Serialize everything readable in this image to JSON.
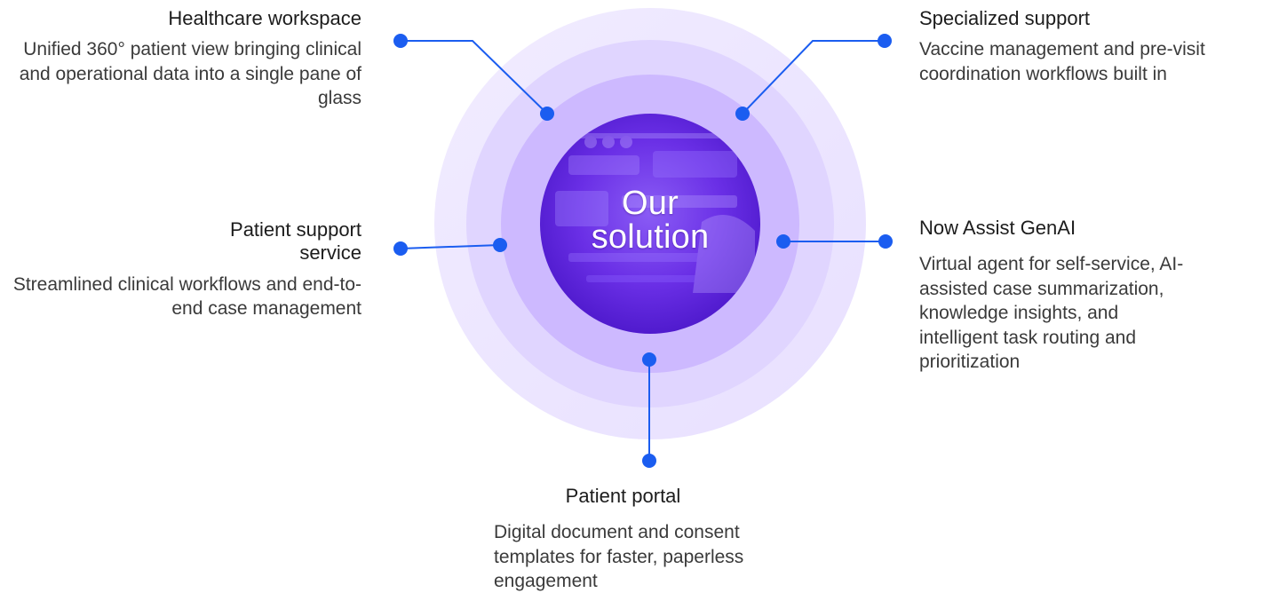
{
  "center": {
    "title_line1": "Our",
    "title_line2": "solution"
  },
  "features": {
    "healthcare_workspace": {
      "title": "Healthcare workspace",
      "desc": "Unified 360° patient view bringing clinical and operational data into a single pane of glass"
    },
    "specialized_support": {
      "title": "Specialized support",
      "desc": "Vaccine management and pre-visit coordination workflows built in"
    },
    "patient_support_service": {
      "title": "Patient support service",
      "desc": "Streamlined clinical workflows and end-to-end case management"
    },
    "now_assist_genai": {
      "title": "Now Assist GenAI",
      "desc": "Virtual agent for self-service, AI-assisted case summarization, knowledge insights, and intelligent task routing and prioritization"
    },
    "patient_portal": {
      "title": "Patient portal",
      "desc": "Digital document and consent templates for faster, paperless engagement"
    }
  },
  "colors": {
    "connector": "#1b5df0",
    "ring_outer": "#efe9ff",
    "ring_mid": "#e1d6ff",
    "ring_inner": "#cdb8ff",
    "core": "#7a3ff0"
  }
}
